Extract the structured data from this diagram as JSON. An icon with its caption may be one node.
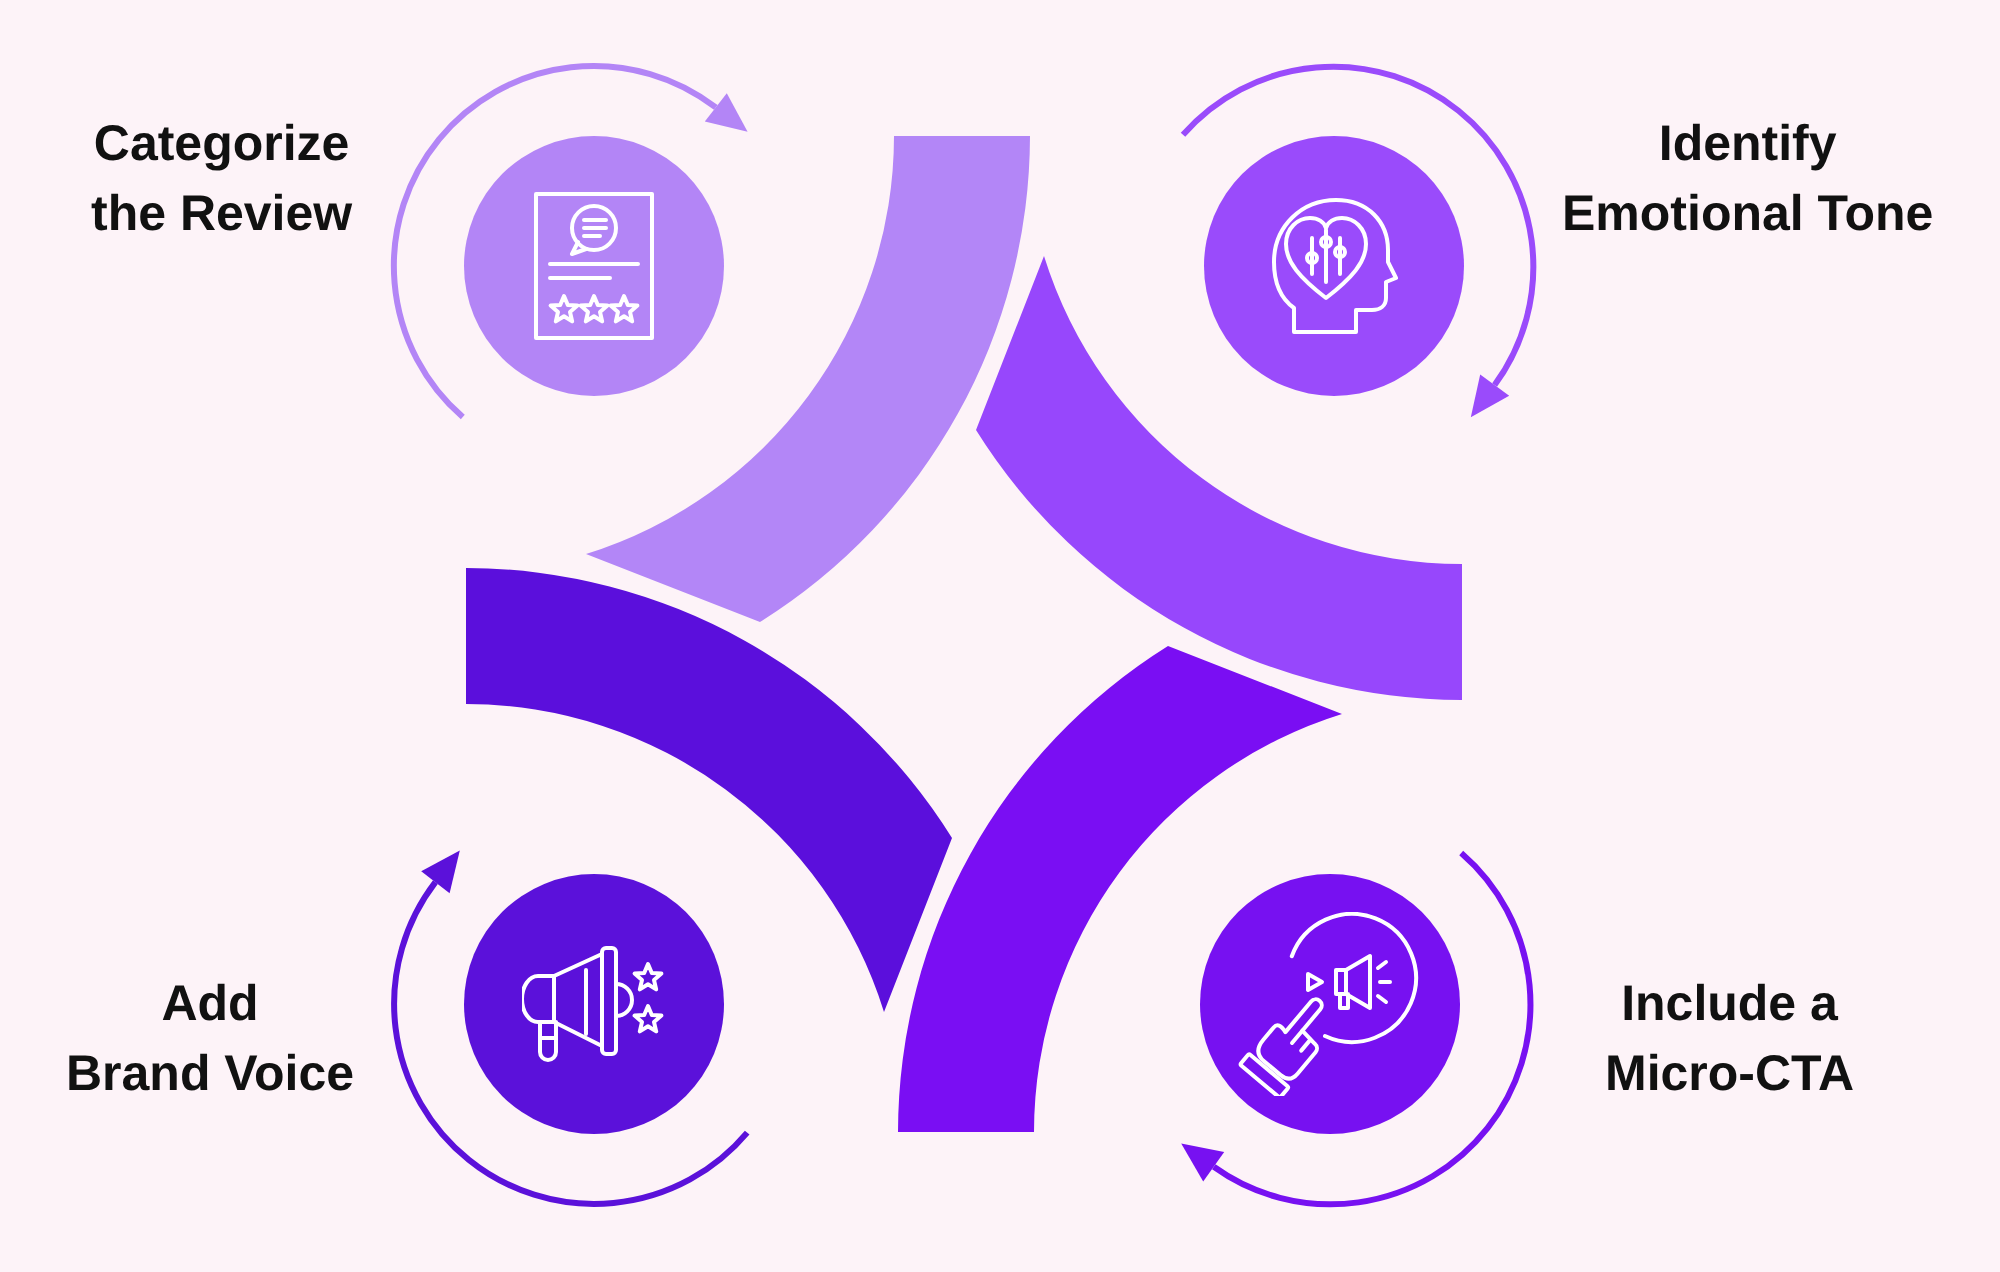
{
  "diagram": {
    "nodes": [
      {
        "text": [
          "Categorize the Review"
        ]
      },
      {
        "text": [
          "Identify Emotional Tone"
        ]
      },
      {
        "text": [
          "Include a Micro-CTA"
        ]
      },
      {
        "text": [
          "Add Brand Voice"
        ]
      }
    ]
  }
}
